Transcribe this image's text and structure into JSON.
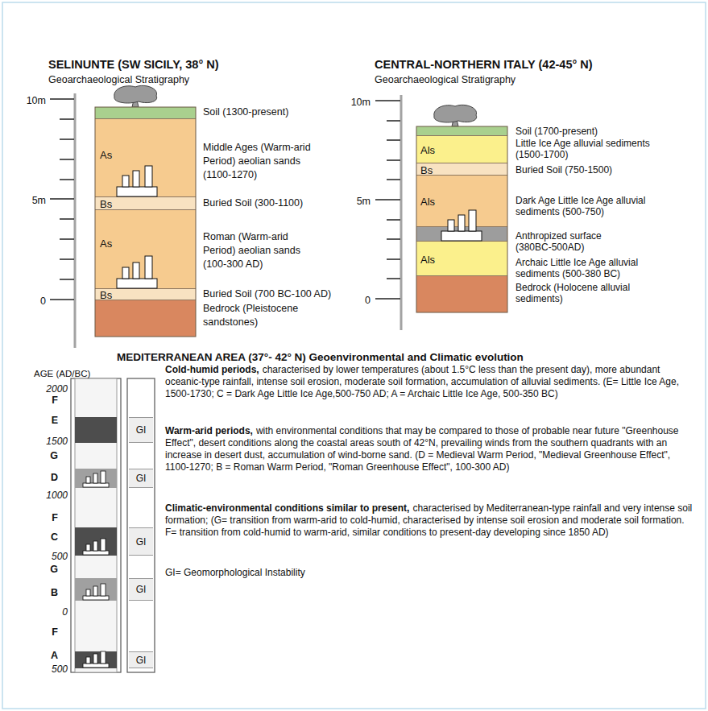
{
  "diagram": {
    "nodes": [
      {
        "text": [
          "Soil (1300-present)"
        ]
      },
      {
        "text": [
          "As",
          "Middle Ages (Warm-arid Period) aeolian sands (1100-1270)"
        ]
      },
      {
        "text": [
          "Bs",
          "Buried Soil (300-1100)"
        ]
      },
      {
        "text": [
          "As",
          "Roman (Warm-arid Period) aeolian sands (100-300 AD)"
        ]
      },
      {
        "text": [
          "Bs",
          "Buried Soil (700 BC-100 AD)"
        ]
      },
      {
        "text": [
          "Bedrock (Pleistocene sandstones)"
        ]
      },
      {
        "text": [
          "Soil (1700-present)"
        ]
      },
      {
        "text": [
          "Als",
          "Little Ice Age alluvial sediments (1500-1700)"
        ]
      },
      {
        "text": [
          "Bs",
          "Buried Soil (750-1500)"
        ]
      },
      {
        "text": [
          "Als",
          "Dark Age Little Ice Age alluvial sediments (500-750)"
        ]
      },
      {
        "text": [
          "Anthropized surface (380BC-500AD)"
        ]
      },
      {
        "text": [
          "Als",
          "Archaic Little Ice Age alluvial sediments (500-380 BC)"
        ]
      },
      {
        "text": [
          "Bedrock (Holocene alluvial sediments)"
        ]
      },
      {
        "text": [
          "GI"
        ]
      },
      {
        "text": [
          "GI"
        ]
      },
      {
        "text": [
          "GI"
        ]
      },
      {
        "text": [
          "GI"
        ]
      },
      {
        "text": [
          "GI"
        ]
      }
    ],
    "labels": [
      "SELINUNTE (SW SICILY, 38° N)",
      "Geoarchaeological Stratigraphy",
      "10m",
      "5m",
      "0",
      "CENTRAL-NORTHERN ITALY (42-45° N)",
      "Geoarchaeological Stratigraphy",
      "10m",
      "5m",
      "0",
      "MEDITERRANEAN AREA (37°- 42° N) Geoenvironmental and Climatic evolution",
      "AGE (AD/BC)",
      "2000",
      "F",
      "E",
      "1500",
      "G",
      "D",
      "1000",
      "F",
      "C",
      "500",
      "G",
      "B",
      "0",
      "F",
      "A",
      "500",
      "Cold-humid periods,",
      "characterised by lower temperatures (about 1.5°C less than the present day), more abundant oceanic-type rainfall, intense soil erosion, moderate soil formation, accumulation of alluvial sediments. (E= Little Ice Age, 1500-1730; C = Dark Age Little Ice Age,500-750 AD; A = Archaic Little Ice Age, 500-350 BC)",
      "Warm-arid periods,",
      "with environmental conditions that may be compared to those of probable near future \"Greenhouse Effect\", desert conditions along the coastal areas south of 42°N, prevailing winds from the southern quadrants with an increase in desert dust, accumulation of wind-borne sand. (D = Medieval Warm Period, \"Medieval Greenhouse Effect\", 1100-1270; B = Roman Warm Period, \"Roman Greenhouse Effect\", 100-300 AD)",
      "Climatic-environmental conditions similar to present,",
      "characterised by Mediterranean-type rainfall and very intense soil formation; (G= transition from warm-arid to cold-humid, characterised by intense soil erosion and moderate soil formation. F= transition from cold-humid to warm-arid, similar conditions to present-day developing since 1850 AD)",
      "GI= Geomorphological Instability"
    ]
  }
}
